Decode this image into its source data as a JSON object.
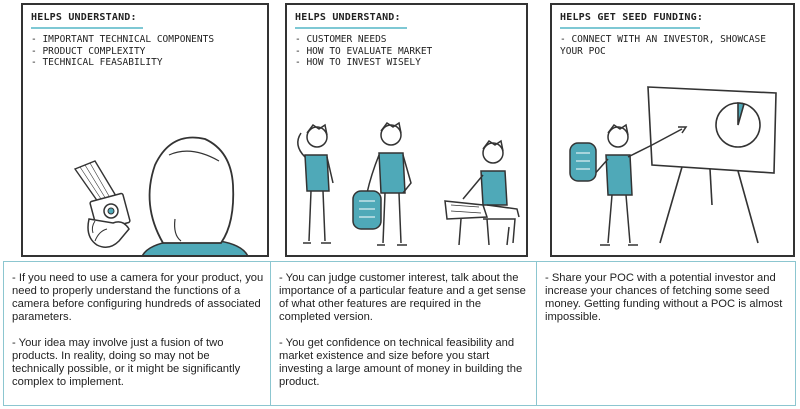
{
  "panels": [
    {
      "title": "HELPS UNDERSTAND:",
      "items": [
        "IMPORTANT TECHNICAL COMPONENTS",
        "PRODUCT COMPLEXITY",
        "TECHNICAL FEASABILITY"
      ]
    },
    {
      "title": "HELPS UNDERSTAND:",
      "items": [
        "CUSTOMER NEEDS",
        "HOW TO EVALUATE MARKET",
        "HOW TO INVEST WISELY"
      ]
    },
    {
      "title": "HELPS GET SEED FUNDING:",
      "items": [
        "CONNECT WITH AN INVESTOR, SHOWCASE YOUR POC"
      ]
    }
  ],
  "descriptions": [
    [
      "- If you need to use a camera for your product, you need to properly understand the functions of a camera before configuring hundreds of associated parameters.",
      "- Your idea may involve just a fusion of two products. In reality, doing so may not be technically possible, or it might be significantly complex to implement."
    ],
    [
      "- You can judge customer interest, talk about the importance of a particular feature and a get sense of what other features are required in the completed version.",
      "- You get confidence on technical feasibility and market existence and size before you start investing a large amount of money in building the product."
    ],
    [
      "- Share your POC with a potential investor and increase your chances of fetching some seed money. Getting funding without a POC is almost impossible."
    ]
  ],
  "colors": {
    "accent": "#4fa9b8",
    "title_underline": "#7ec8d4",
    "table_border": "#8cc6d0",
    "ink": "#333333"
  }
}
